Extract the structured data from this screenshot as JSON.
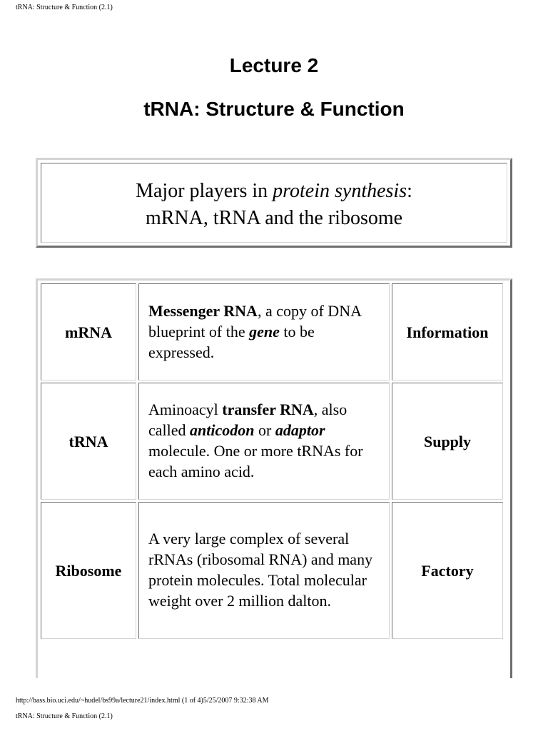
{
  "print_header": "tRNA: Structure & Function (2.1)",
  "page_heading": {
    "lecture": "Lecture 2",
    "title": "tRNA: Structure & Function"
  },
  "intro": {
    "line1_prefix": "Major players in ",
    "line1_italic": "protein synthesis",
    "line1_suffix": ":",
    "line2": "mRNA, tRNA and the ribosome"
  },
  "players": {
    "mrna": {
      "name": "mRNA",
      "desc_bold": "Messenger RNA",
      "desc_part1": ", a copy of DNA blueprint of the ",
      "desc_bold_italic": "gene",
      "desc_part2": " to be expressed.",
      "role": "Information"
    },
    "trna": {
      "name": "tRNA",
      "desc_part1": "Aminoacyl ",
      "desc_bold": "transfer RNA",
      "desc_part2": ", also called ",
      "desc_bold_italic1": "anticodon",
      "desc_part3": " or ",
      "desc_bold_italic2": "adaptor",
      "desc_part4": " molecule.  One or more tRNAs for each amino acid.",
      "role": "Supply"
    },
    "ribosome": {
      "name": "Ribosome",
      "desc": "A very large complex of several rRNAs (ribosomal RNA) and many protein molecules. Total molecular weight over 2 million dalton.",
      "role": "Factory"
    }
  },
  "print_footer": {
    "url_line": "http://bass.bio.uci.edu/~hudel/bs99a/lecture21/index.html (1 of 4)5/25/2007 9:32:38 AM",
    "title_line": "tRNA: Structure & Function (2.1)"
  }
}
